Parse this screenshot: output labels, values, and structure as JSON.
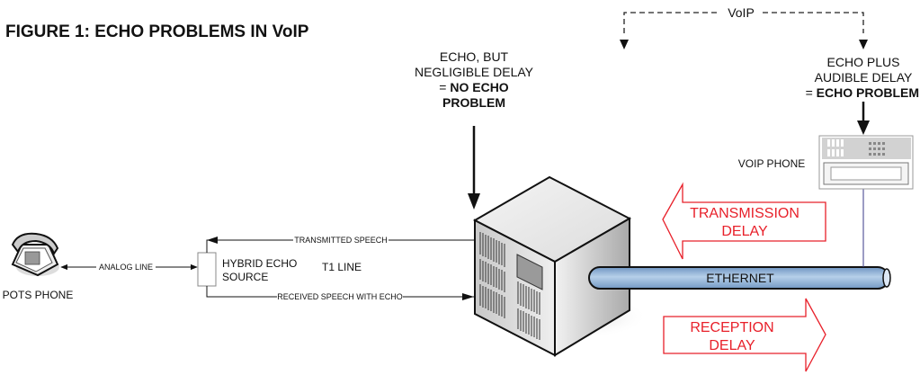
{
  "title": "FIGURE 1: ECHO PROBLEMS IN VoIP",
  "voip_bracket": {
    "label": "VoIP"
  },
  "annotations": {
    "no_echo": {
      "line1": "ECHO, BUT",
      "line2": "NEGLIGIBLE DELAY",
      "line3_prefix": "= ",
      "line3_bold": "NO ECHO",
      "line4_bold": "PROBLEM"
    },
    "echo_problem": {
      "line1": "ECHO PLUS",
      "line2": "AUDIBLE DELAY",
      "line3_prefix": "= ",
      "line3_bold": "ECHO PROBLEM"
    }
  },
  "devices": {
    "pots_phone": {
      "label": "POTS PHONE",
      "icon": "telephone-icon"
    },
    "hybrid": {
      "line1": "HYBRID ECHO",
      "line2": "SOURCE"
    },
    "gateway": {
      "icon": "server-icon"
    },
    "voip_phone": {
      "label": "VOIP PHONE",
      "icon": "ip-phone-icon"
    }
  },
  "links": {
    "analog": "ANALOG LINE",
    "transmitted": "TRANSMITTED SPEECH",
    "received": "RECEIVED SPEECH WITH ECHO",
    "t1": "T1 LINE",
    "ethernet": "ETHERNET"
  },
  "delays": {
    "transmission": {
      "line1": "TRANSMISSION",
      "line2": "DELAY",
      "direction": "left"
    },
    "reception": {
      "line1": "RECEPTION",
      "line2": "DELAY",
      "direction": "right"
    }
  },
  "colors": {
    "delay_red": "#e8202a",
    "ethernet_blue": "#8fb3d9",
    "voip_link": "#3a3a8a"
  }
}
